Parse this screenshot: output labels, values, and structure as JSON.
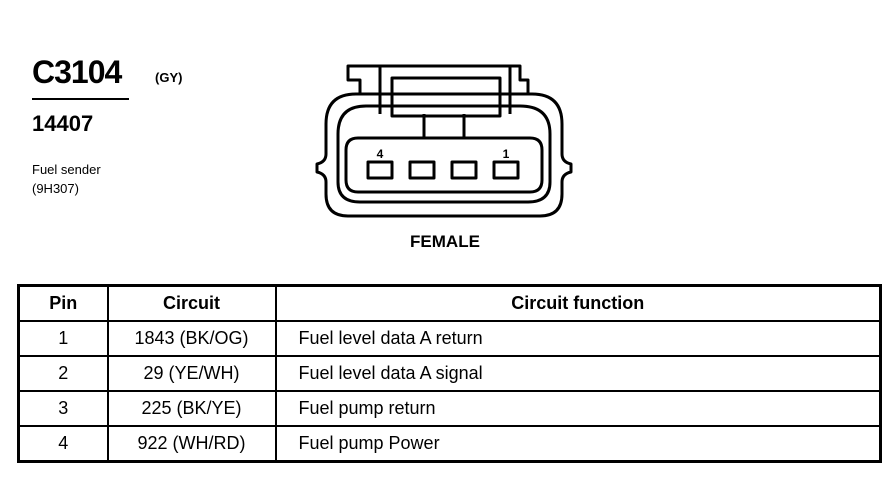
{
  "connector": {
    "id": "C3104",
    "color_code": "(GY)",
    "part_number": "14407",
    "component_name": "Fuel sender",
    "component_code": "(9H307)",
    "gender": "FEMALE",
    "pin_label_left": "4",
    "pin_label_right": "1"
  },
  "table": {
    "headers": [
      "Pin",
      "Circuit",
      "Circuit function"
    ],
    "rows": [
      {
        "pin": "1",
        "circuit": "1843 (BK/OG)",
        "function": "Fuel level data A return"
      },
      {
        "pin": "2",
        "circuit": "29 (YE/WH)",
        "function": "Fuel level data A signal"
      },
      {
        "pin": "3",
        "circuit": "225 (BK/YE)",
        "function": "Fuel pump return"
      },
      {
        "pin": "4",
        "circuit": "922 (WH/RD)",
        "function": "Fuel pump Power"
      }
    ]
  }
}
